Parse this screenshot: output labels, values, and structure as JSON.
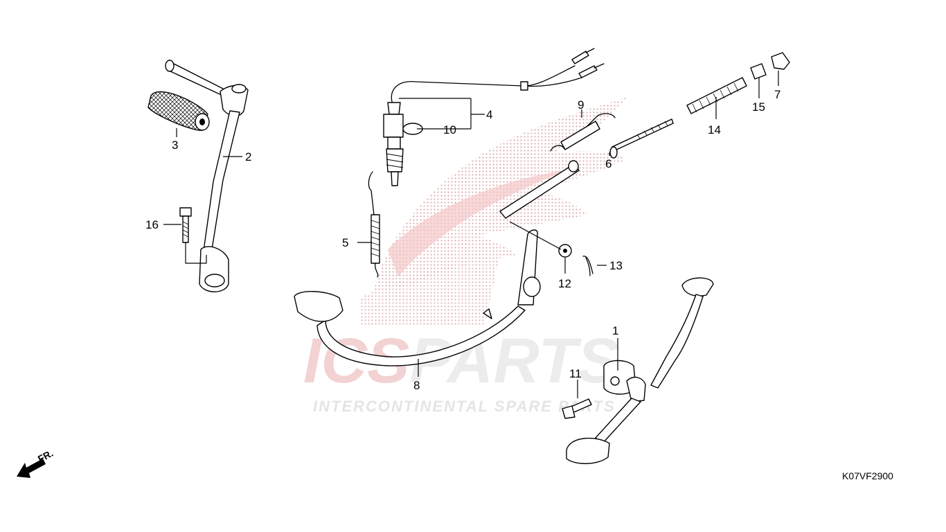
{
  "diagram": {
    "code": "K07VF2900",
    "front_indicator": "FR.",
    "watermark": {
      "brand": "ICSPARTS",
      "tagline": "INTERCONTINENTAL SPARE PARTS",
      "colors": {
        "ics": "#f2d2d2",
        "parts": "#f0f0f0",
        "wing": "#f6d4d4"
      }
    },
    "callouts": [
      "1",
      "2",
      "3",
      "4",
      "5",
      "6",
      "7",
      "8",
      "9",
      "10",
      "11",
      "12",
      "13",
      "14",
      "15",
      "16"
    ]
  }
}
